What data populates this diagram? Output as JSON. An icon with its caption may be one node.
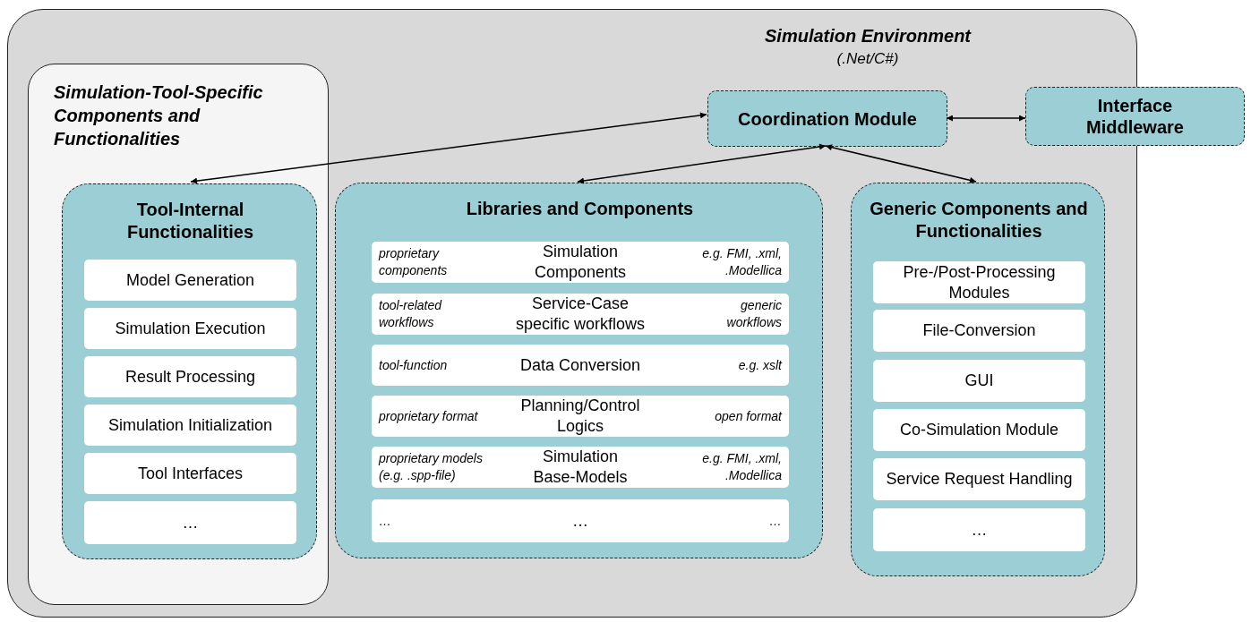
{
  "diagram": {
    "nodes": [
      {
        "text": [
          "Simulation Environment",
          "(.Net/C#)"
        ]
      },
      {
        "text": [
          "Simulation-Tool-Specific Components and Functionalities"
        ],
        "in": 0
      },
      {
        "text": [
          "Coordination Module"
        ],
        "in": 0
      },
      {
        "text": [
          "Interface Middleware"
        ]
      },
      {
        "text": [
          "Tool-Internal Functionalities"
        ],
        "in": 1
      },
      {
        "text": [
          "Model Generation"
        ],
        "in": 4
      },
      {
        "text": [
          "Simulation Execution"
        ],
        "in": 4
      },
      {
        "text": [
          "Result Processing"
        ],
        "in": 4
      },
      {
        "text": [
          "Simulation Initialization"
        ],
        "in": 4
      },
      {
        "text": [
          "Tool Interfaces"
        ],
        "in": 4
      },
      {
        "text": [
          "…"
        ],
        "in": 4
      },
      {
        "text": [
          "Libraries and Components"
        ],
        "in": 0
      },
      {
        "text": [
          "proprietary components",
          "Simulation Components",
          "e.g. FMI, .xml, .Modellica"
        ],
        "in": 11
      },
      {
        "text": [
          "tool-related workflows",
          "Service-Case specific workflows",
          "generic workflows"
        ],
        "in": 11
      },
      {
        "text": [
          "tool-function",
          "Data Conversion",
          "e.g. xslt"
        ],
        "in": 11
      },
      {
        "text": [
          "proprietary format",
          "Planning/Control Logics",
          "open format"
        ],
        "in": 11
      },
      {
        "text": [
          "proprietary models (e.g. .spp-file)",
          "Simulation Base-Models",
          "e.g. FMI, .xml, .Modellica"
        ],
        "in": 11
      },
      {
        "text": [
          "…",
          "…",
          "…"
        ],
        "in": 11
      },
      {
        "text": [
          "Generic Components and Functionalities"
        ],
        "in": 0
      },
      {
        "text": [
          "Pre-/Post-Processing Modules"
        ],
        "in": 18
      },
      {
        "text": [
          "File-Conversion"
        ],
        "in": 18
      },
      {
        "text": [
          "GUI"
        ],
        "in": 18
      },
      {
        "text": [
          "Co-Simulation Module"
        ],
        "in": 18
      },
      {
        "text": [
          "Service Request Handling"
        ],
        "in": 18
      },
      {
        "text": [
          "…"
        ],
        "in": 18
      }
    ],
    "edges": [
      {
        "from": 2,
        "to": 4,
        "arrow": "both"
      },
      {
        "from": 2,
        "to": 3,
        "arrow": "both"
      },
      {
        "from": 2,
        "to": 11,
        "arrow": "both"
      },
      {
        "from": 2,
        "to": 18,
        "arrow": "both"
      }
    ]
  }
}
